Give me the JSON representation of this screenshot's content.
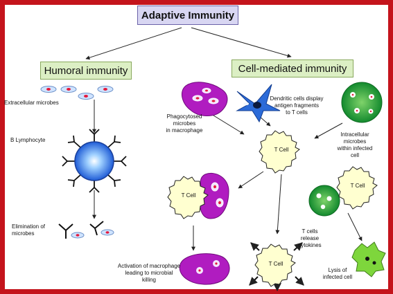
{
  "title": "Adaptive Immunity",
  "branches": {
    "humoral": "Humoral immunity",
    "cell_mediated": "Cell-mediated immunity"
  },
  "labels": {
    "extracellular_microbes": "Extracellular microbes",
    "b_lymphocyte": "B Lymphocyte",
    "elimination_of_microbes": "Elimination of\nmicrobes",
    "phagocytosed_microbes": "Phagocytosed\nmicrobes\nin macrophage",
    "dendritic_cells": "Dendritic cells display\nantigen fragments\nto T cells",
    "intracellular_microbes": "Intracellular\nmicrobes\nwithin infected\ncell",
    "activation_of_macrophage": "Activation of macrophage\nleading to microbial\nkilling",
    "t_cells_release": "T cells\nrelease\ncytokines",
    "lysis": "Lysis of\ninfected cell"
  },
  "t_cell_label": "T Cell",
  "colors": {
    "frame": "#c4141c",
    "title_fill": "#d8d6f2",
    "header_fill": "#dcefc4",
    "t_cell_fill": "#ffffd0",
    "macrophage": "#b01cc0",
    "dendritic": "#2c6bd8",
    "infected_cell": "#1f9a3a",
    "lysed_cell": "#7ed63c"
  }
}
